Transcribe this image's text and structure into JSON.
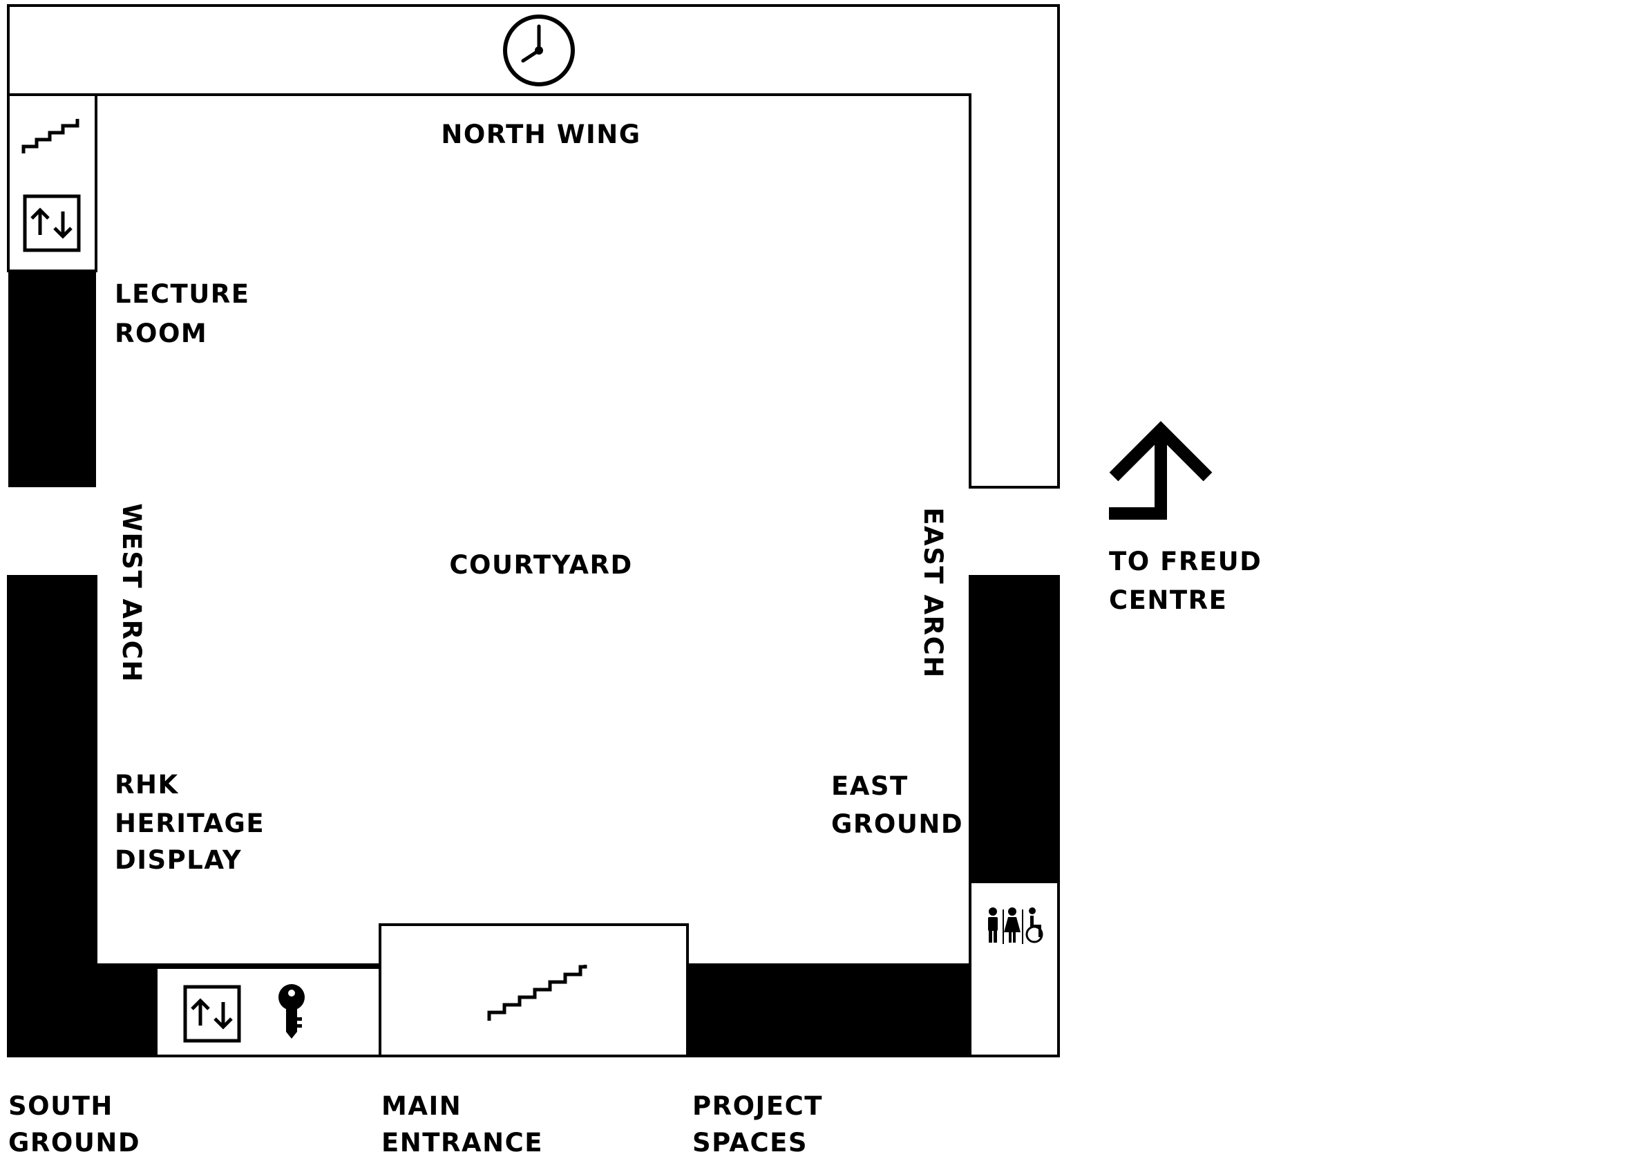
{
  "colors": {
    "ink": "#000000",
    "paper": "#ffffff"
  },
  "icons": {
    "clock": "clock-icon",
    "stairs": "stairs-icon",
    "lift": "lift-icon",
    "key": "key-icon",
    "toilets": "toilets-icon",
    "arrow": "arrow-up-icon"
  },
  "labels": {
    "north_wing": "NORTH WING",
    "lecture_room": [
      "LECTURE",
      "ROOM"
    ],
    "west_arch": "WEST ARCH",
    "east_arch": "EAST ARCH",
    "courtyard": "COURTYARD",
    "rhk_heritage_display": [
      "RHK",
      "HERITAGE",
      "DISPLAY"
    ],
    "east_ground": [
      "EAST",
      "GROUND"
    ],
    "to_freud_centre": [
      "TO FREUD",
      "CENTRE"
    ],
    "south_ground": [
      "SOUTH",
      "GROUND"
    ],
    "main_entrance": [
      "MAIN",
      "ENTRANCE"
    ],
    "project_spaces": [
      "PROJECT",
      "SPACES"
    ]
  }
}
